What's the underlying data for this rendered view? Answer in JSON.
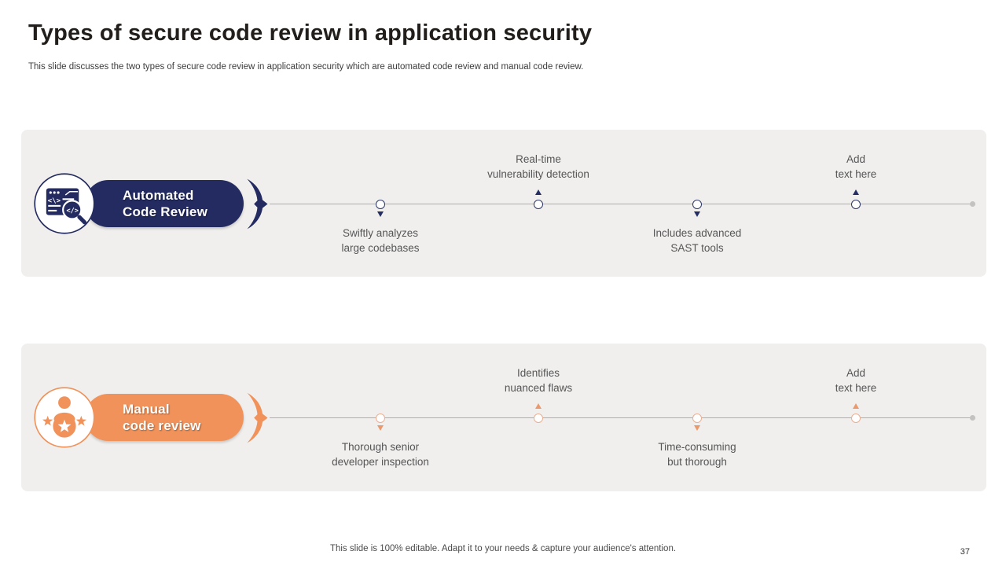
{
  "title": "Types of secure code review in application security",
  "subtitle": "This slide discusses the two types of secure code review in application security which are automated code review and manual code review.",
  "colors": {
    "navy_accent": "#232b60",
    "orange_accent": "#f0925a",
    "panel_background": "#f0efee",
    "timeline_line": "#b0aeac",
    "label_text": "#565656"
  },
  "panels": [
    {
      "id": "automated",
      "label_line1": "Automated",
      "label_line2": "Code Review",
      "icon": "code-window-magnifier-icon",
      "milestones": [
        {
          "line1": "Swiftly analyzes",
          "line2": "large codebases"
        },
        {
          "line1": "Real-time",
          "line2": "vulnerability detection"
        },
        {
          "line1": "Includes advanced",
          "line2": "SAST tools"
        },
        {
          "line1": "Add",
          "line2": "text here"
        }
      ]
    },
    {
      "id": "manual",
      "label_line1": "Manual",
      "label_line2": "code review",
      "icon": "reviewer-rating-icon",
      "milestones": [
        {
          "line1": "Thorough senior",
          "line2": "developer inspection"
        },
        {
          "line1": "Identifies",
          "line2": "nuanced flaws"
        },
        {
          "line1": "Time-consuming",
          "line2": "but thorough"
        },
        {
          "line1": "Add",
          "line2": "text here"
        }
      ]
    }
  ],
  "footer": {
    "note": "This slide is 100% editable. Adapt it to your needs & capture your audience's attention.",
    "page_number": "37"
  }
}
